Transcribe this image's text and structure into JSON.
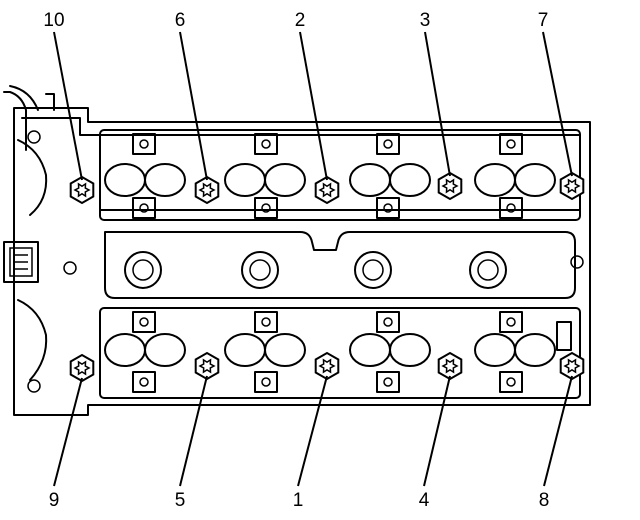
{
  "diagram": {
    "callouts": {
      "bolt_1": "1",
      "bolt_2": "2",
      "bolt_3": "3",
      "bolt_4": "4",
      "bolt_5": "5",
      "bolt_6": "6",
      "bolt_7": "7",
      "bolt_8": "8",
      "bolt_9": "9",
      "bolt_10": "10"
    }
  }
}
